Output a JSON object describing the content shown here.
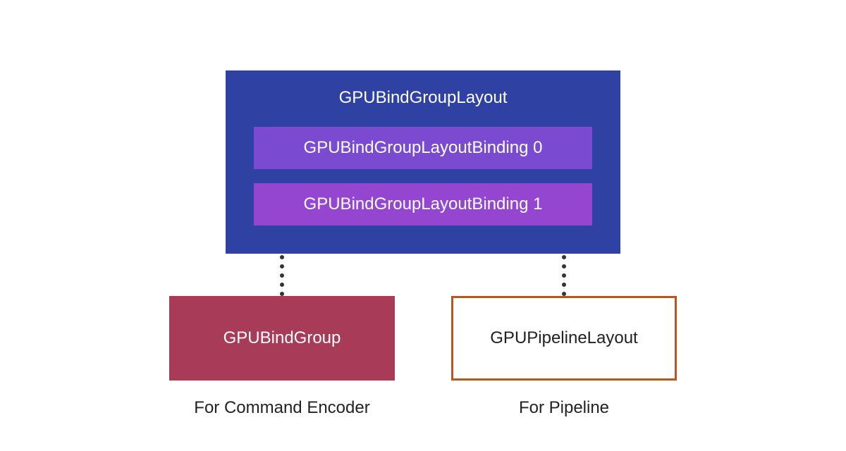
{
  "bind_group_layout": {
    "title": "GPUBindGroupLayout",
    "bindings": [
      {
        "label": "GPUBindGroupLayoutBinding 0"
      },
      {
        "label": "GPUBindGroupLayoutBinding 1"
      }
    ],
    "color": "#2f41a3",
    "binding_colors": [
      "#7a4bd1",
      "#9446d0"
    ]
  },
  "bind_group": {
    "label": "GPUBindGroup",
    "caption": "For Command Encoder",
    "color": "#a83b58"
  },
  "pipeline_layout": {
    "label": "GPUPipelineLayout",
    "caption": "For Pipeline",
    "border_color": "#c0531b"
  }
}
